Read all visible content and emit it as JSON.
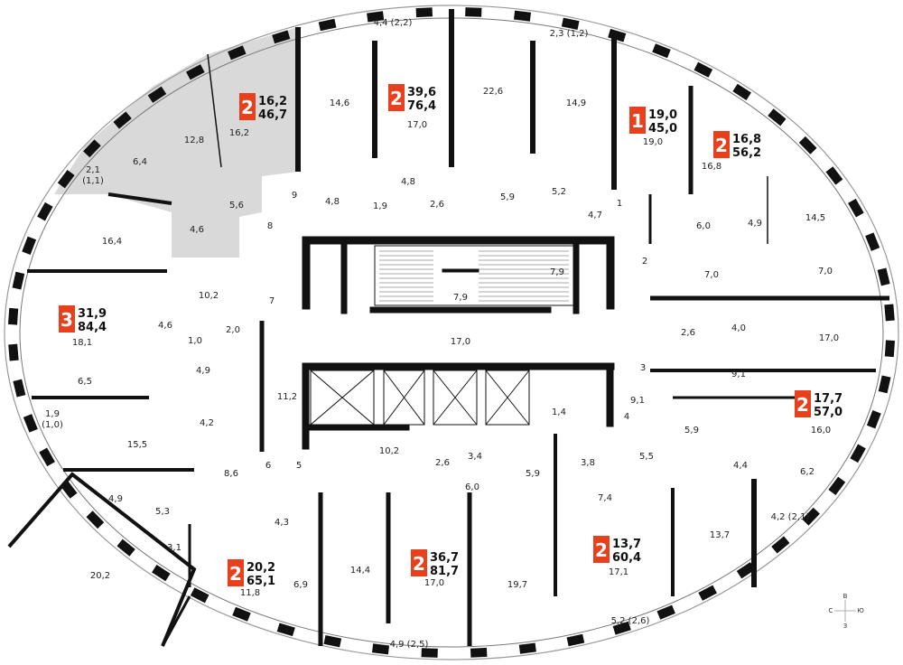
{
  "colors": {
    "badge": "#e8401c",
    "highlight": "#d9d9d9",
    "wall": "#111111"
  },
  "apartments": [
    {
      "rooms": "2",
      "living": "16,2",
      "total": "46,7",
      "highlighted": true
    },
    {
      "rooms": "2",
      "living": "39,6",
      "total": "76,4"
    },
    {
      "rooms": "1",
      "living": "19,0",
      "total": "45,0"
    },
    {
      "rooms": "2",
      "living": "16,8",
      "total": "56,2"
    },
    {
      "rooms": "3",
      "living": "31,9",
      "total": "84,4"
    },
    {
      "rooms": "2",
      "living": "17,7",
      "total": "57,0"
    },
    {
      "rooms": "2",
      "living": "20,2",
      "total": "65,1"
    },
    {
      "rooms": "2",
      "living": "36,7",
      "total": "81,7"
    },
    {
      "rooms": "2",
      "living": "13,7",
      "total": "60,4"
    }
  ],
  "room_labels": [
    "4,4 (2,2)",
    "2,3 (1,2)",
    "12,8",
    "16,2",
    "6,4",
    "2,1",
    "(1,1)",
    "5,6",
    "14,6",
    "22,6",
    "14,9",
    "17,0",
    "19,0",
    "16,8",
    "14,5",
    "4,8",
    "4,8",
    "1,9",
    "2,6",
    "5,9",
    "5,2",
    "4,7",
    "4,6",
    "16,4",
    "6,0",
    "4,9",
    "7,0",
    "7,0",
    "7,9",
    "7,9",
    "10,2",
    "2,0",
    "1,0",
    "4,6",
    "18,1",
    "4,9",
    "6,5",
    "4,2",
    "11,2",
    "17,0",
    "2,6",
    "4,0",
    "17,0",
    "9,1",
    "9,1",
    "1,4",
    "5,9",
    "16,0",
    "1,9",
    "(1,0)",
    "15,5",
    "10,2",
    "2,6",
    "3,4",
    "5,9",
    "3,8",
    "5,5",
    "4,4",
    "6,2",
    "8,6",
    "6,0",
    "7,4",
    "4,9",
    "5,3",
    "4,3",
    "3,1",
    "13,7",
    "4,2 (2,1)",
    "20,2",
    "14,4",
    "17,0",
    "19,7",
    "17,1",
    "11,8",
    "6,9",
    "5,2 (2,6)",
    "4,9 (2,5)"
  ],
  "marker_labels": [
    "1",
    "2",
    "3",
    "4",
    "5",
    "6",
    "7",
    "8",
    "9"
  ],
  "compass": {
    "north": "В",
    "west": "С",
    "east": "Ю",
    "south": "З"
  }
}
